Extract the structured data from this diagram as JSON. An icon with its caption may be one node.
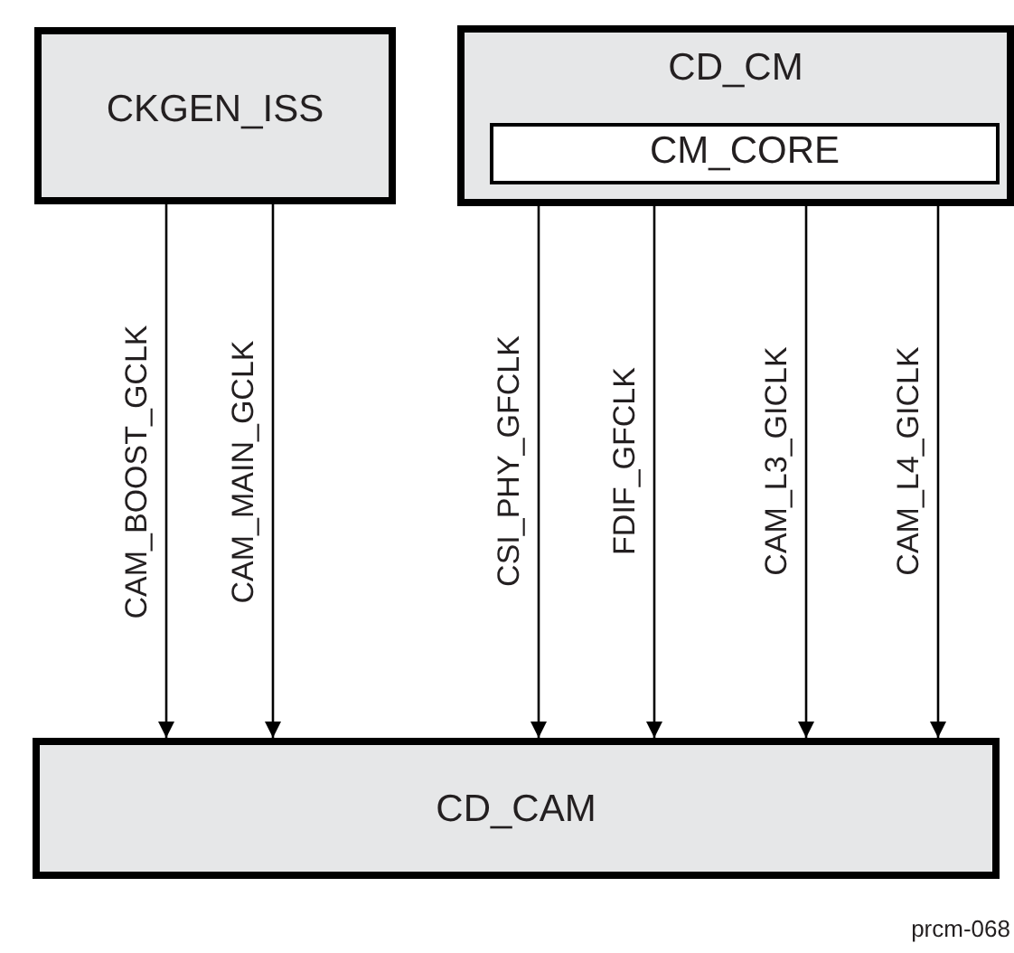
{
  "diagram": {
    "nodes": [
      {
        "text": [
          "CKGEN_ISS"
        ]
      },
      {
        "text": [
          "CD_CM"
        ]
      },
      {
        "text": [
          "CM_CORE"
        ],
        "in": 1
      },
      {
        "text": [
          "CD_CAM"
        ]
      }
    ],
    "edges": [
      {
        "from": 0,
        "to": 3,
        "arrow": "to",
        "label": "CAM_BOOST_GCLK"
      },
      {
        "from": 0,
        "to": 3,
        "arrow": "to",
        "label": "CAM_MAIN_GCLK"
      },
      {
        "from": 2,
        "to": 3,
        "arrow": "to",
        "label": "CSI_PHY_GFCLK"
      },
      {
        "from": 2,
        "to": 3,
        "arrow": "to",
        "label": "FDIF_GFCLK"
      },
      {
        "from": 2,
        "to": 3,
        "arrow": "to",
        "label": "CAM_L3_GICLK"
      },
      {
        "from": 2,
        "to": 3,
        "arrow": "to",
        "label": "CAM_L4_GICLK"
      }
    ],
    "labels": [
      "prcm-068"
    ]
  }
}
